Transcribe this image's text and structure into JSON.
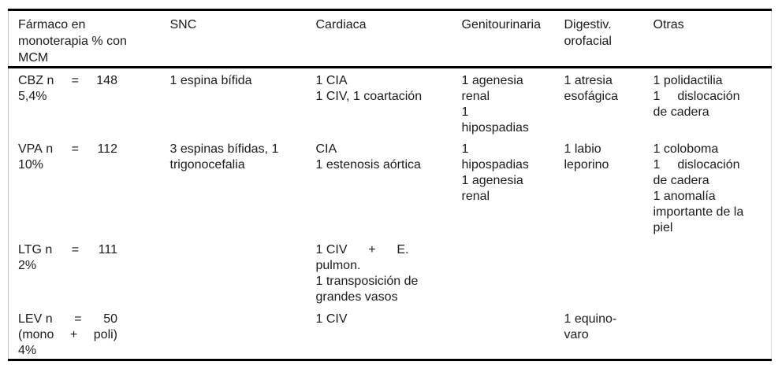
{
  "table": {
    "columns": [
      {
        "label": "Fármaco en monoterapia % con MCM"
      },
      {
        "label": "SNC"
      },
      {
        "label": "Cardiaca"
      },
      {
        "label": "Genitourinaria"
      },
      {
        "label": "Digestiv. orofacial"
      },
      {
        "label": "Otras"
      }
    ],
    "rows": [
      {
        "cells": [
          [
            {
              "t": "CBZ n = 148",
              "j": true
            },
            {
              "t": "5,4%"
            }
          ],
          [
            {
              "t": "1 espina bífida"
            }
          ],
          [
            {
              "t": "1 CIA"
            },
            {
              "t": "1 CIV, 1 coartación"
            }
          ],
          [
            {
              "t": "1 agenesia"
            },
            {
              "t": "renal"
            },
            {
              "t": "1"
            },
            {
              "t": "hipospadias"
            }
          ],
          [
            {
              "t": "1 atresia"
            },
            {
              "t": "esofágica"
            }
          ],
          [
            {
              "t": "1 polidactilia"
            },
            {
              "t": "1 dislocación",
              "j": true
            },
            {
              "t": "de cadera"
            }
          ]
        ]
      },
      {
        "cells": [
          [
            {
              "t": "VPA n = 112",
              "j": true
            },
            {
              "t": "10%"
            }
          ],
          [
            {
              "t": "3 espinas bífidas, 1"
            },
            {
              "t": "trigonocefalia"
            }
          ],
          [
            {
              "t": "CIA"
            },
            {
              "t": "1 estenosis aórtica"
            }
          ],
          [
            {
              "t": "1"
            },
            {
              "t": "hipospadias"
            },
            {
              "t": "1 agenesia"
            },
            {
              "t": "renal"
            }
          ],
          [
            {
              "t": "1 labio"
            },
            {
              "t": "leporino"
            }
          ],
          [
            {
              "t": "1 coloboma"
            },
            {
              "t": "1 dislocación",
              "j": true
            },
            {
              "t": "de cadera"
            },
            {
              "t": "1 anomalía"
            },
            {
              "t": "importante de la"
            },
            {
              "t": "piel"
            }
          ]
        ]
      },
      {
        "cells": [
          [
            {
              "t": "LTG n = 111",
              "j": true
            },
            {
              "t": "2%"
            }
          ],
          [],
          [
            {
              "t": "1 CIV + E.",
              "j": true
            },
            {
              "t": "pulmon."
            },
            {
              "t": "1 transposición de"
            },
            {
              "t": "grandes vasos"
            }
          ],
          [],
          [],
          []
        ]
      },
      {
        "cells": [
          [
            {
              "t": "LEV n = 50",
              "j": true
            },
            {
              "t": "(mono + poli)",
              "j": true
            },
            {
              "t": "4%"
            }
          ],
          [],
          [
            {
              "t": "1 CIV"
            }
          ],
          [],
          [
            {
              "t": "1 equino-"
            },
            {
              "t": "varo"
            }
          ],
          []
        ]
      }
    ],
    "colors": {
      "text": "#1b1b1b",
      "rule_heavy": "#000000",
      "rule_light": "#c3c3c3",
      "background": "#ffffff"
    }
  }
}
